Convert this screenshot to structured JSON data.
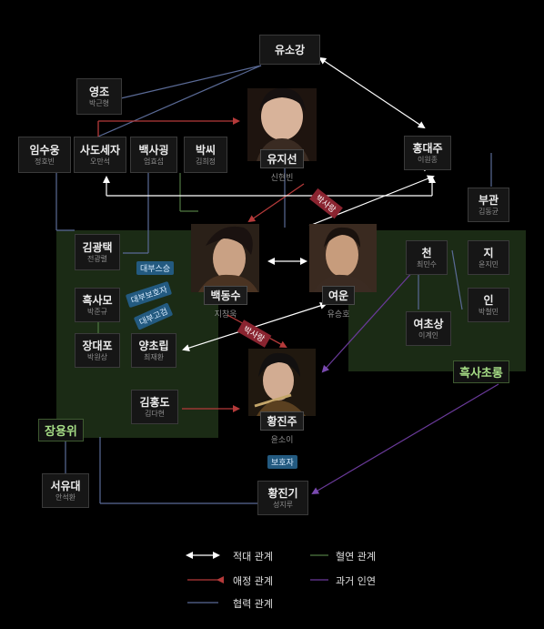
{
  "colors": {
    "mutual": "#ffffff",
    "love": "#b53a3a",
    "coop": "#5a6a96",
    "blood": "#5c8a4e",
    "past": "#6a3a9a",
    "hostile_badge": "#8a2430",
    "title_badge": "#235a80"
  },
  "groups": {
    "left": "장용위",
    "right": "흑사초롱"
  },
  "people": {
    "yusogang": {
      "name": "유소강"
    },
    "yeongjo": {
      "name": "영조",
      "actor": "박근형"
    },
    "imsuung": {
      "name": "임수웅",
      "actor": "정호빈"
    },
    "sado": {
      "name": "사도세자",
      "actor": "오만석"
    },
    "baeksagwang": {
      "name": "백사굉",
      "actor": "엄효섭"
    },
    "bakssi": {
      "name": "박씨",
      "actor": "김희정"
    },
    "yujiseon": {
      "name": "유지선",
      "actor": "신현빈"
    },
    "hongdaeju": {
      "name": "홍대주",
      "actor": "이원종"
    },
    "bugwan": {
      "name": "부관",
      "actor": "김동균"
    },
    "gimgwangtaek": {
      "name": "김광택",
      "actor": "전광렬"
    },
    "heuksamo": {
      "name": "흑사모",
      "actor": "박준규"
    },
    "jangdaepo": {
      "name": "장대포",
      "actor": "박원상"
    },
    "yangchorip": {
      "name": "양초립",
      "actor": "최재환"
    },
    "gimhongdo": {
      "name": "김홍도",
      "actor": "김다현"
    },
    "baekdongsu": {
      "name": "백동수",
      "actor": "지창욱"
    },
    "yeoun": {
      "name": "여운",
      "actor": "유승호"
    },
    "hwangjinju": {
      "name": "황진주",
      "actor": "윤소이"
    },
    "cheon": {
      "name": "천",
      "actor": "최민수"
    },
    "ji": {
      "name": "지",
      "actor": "윤지민"
    },
    "in": {
      "name": "인",
      "actor": "박철민"
    },
    "yeochosang": {
      "name": "여초상",
      "actor": "이계인"
    },
    "seoyudae": {
      "name": "서유대",
      "actor": "안석환"
    },
    "hwangjingi": {
      "name": "황진기",
      "actor": "성지루"
    }
  },
  "badges": {
    "b1": "대부스승",
    "b2": "대부보호자",
    "b3": "대부고검",
    "b4": "보호자",
    "r1": "박사랑",
    "r2": "박사랑"
  },
  "legend": {
    "mutual": "적대 관계",
    "blood": "혈연 관계",
    "love": "애정 관계",
    "past": "과거 인연",
    "coop": "협력 관계"
  }
}
